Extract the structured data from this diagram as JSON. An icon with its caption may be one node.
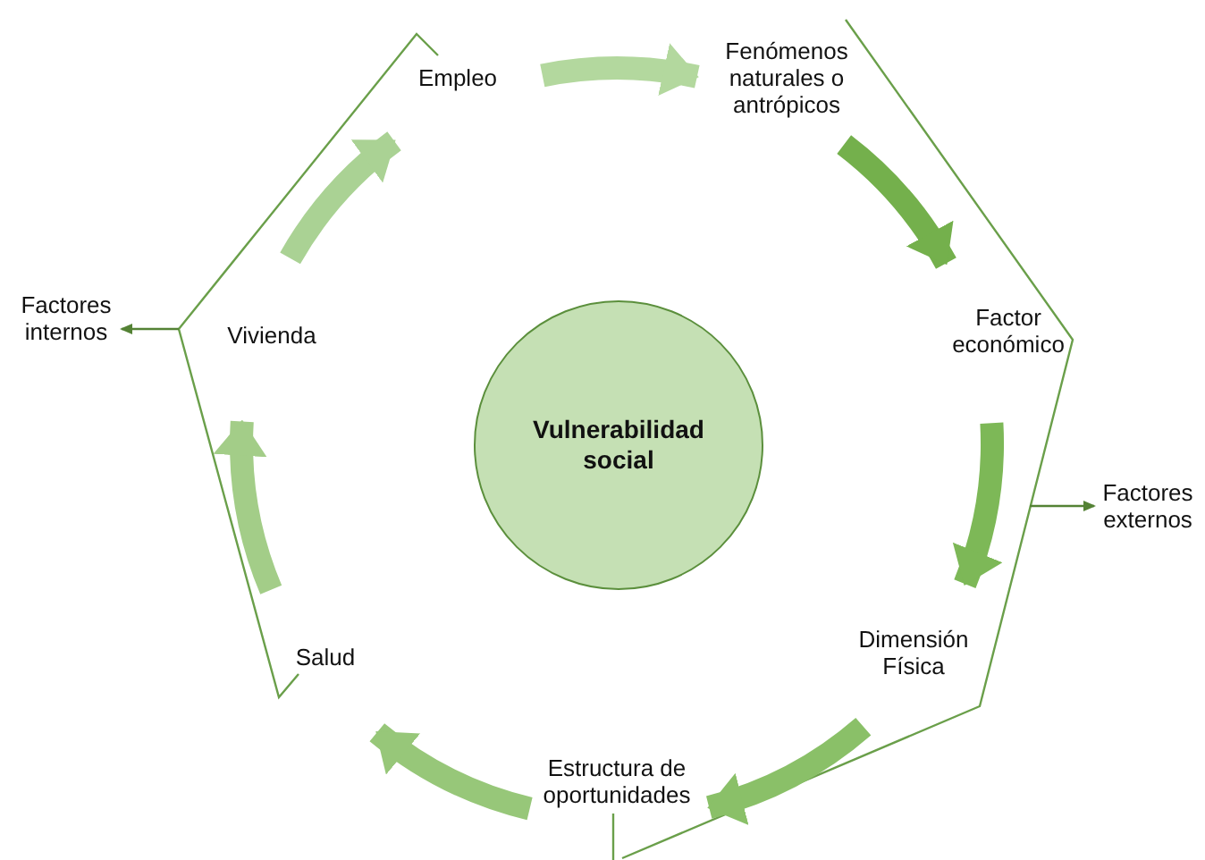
{
  "diagram": {
    "nodes": [
      {
        "text": [
          "Empleo"
        ]
      },
      {
        "text": [
          "Fenómenos naturales o antrópicos"
        ]
      },
      {
        "text": [
          "Factor económico"
        ]
      },
      {
        "text": [
          "Dimensión Física"
        ]
      },
      {
        "text": [
          "Estructura de oportunidades"
        ]
      },
      {
        "text": [
          "Salud"
        ]
      },
      {
        "text": [
          "Vivienda"
        ]
      },
      {
        "text": [
          "Vulnerabilidad social"
        ]
      },
      {
        "text": [
          "Factores internos"
        ]
      },
      {
        "text": [
          "Factores externos"
        ]
      }
    ],
    "edges": [
      {
        "from": 0,
        "to": 1,
        "arrow": "to",
        "color": "#b3d89e"
      },
      {
        "from": 1,
        "to": 2,
        "arrow": "to",
        "color": "#74b04c"
      },
      {
        "from": 2,
        "to": 3,
        "arrow": "to",
        "color": "#7db857"
      },
      {
        "from": 3,
        "to": 4,
        "arrow": "to",
        "color": "#8ac068"
      },
      {
        "from": 4,
        "to": 5,
        "arrow": "to",
        "color": "#97c779"
      },
      {
        "from": 5,
        "to": 6,
        "arrow": "to",
        "color": "#a3cd88"
      },
      {
        "from": 6,
        "to": 0,
        "arrow": "to",
        "color": "#aad294"
      },
      {
        "from": null,
        "to": 8,
        "arrow": "to",
        "color": "#548235"
      },
      {
        "from": null,
        "to": 9,
        "arrow": "to",
        "color": "#548235"
      }
    ]
  }
}
